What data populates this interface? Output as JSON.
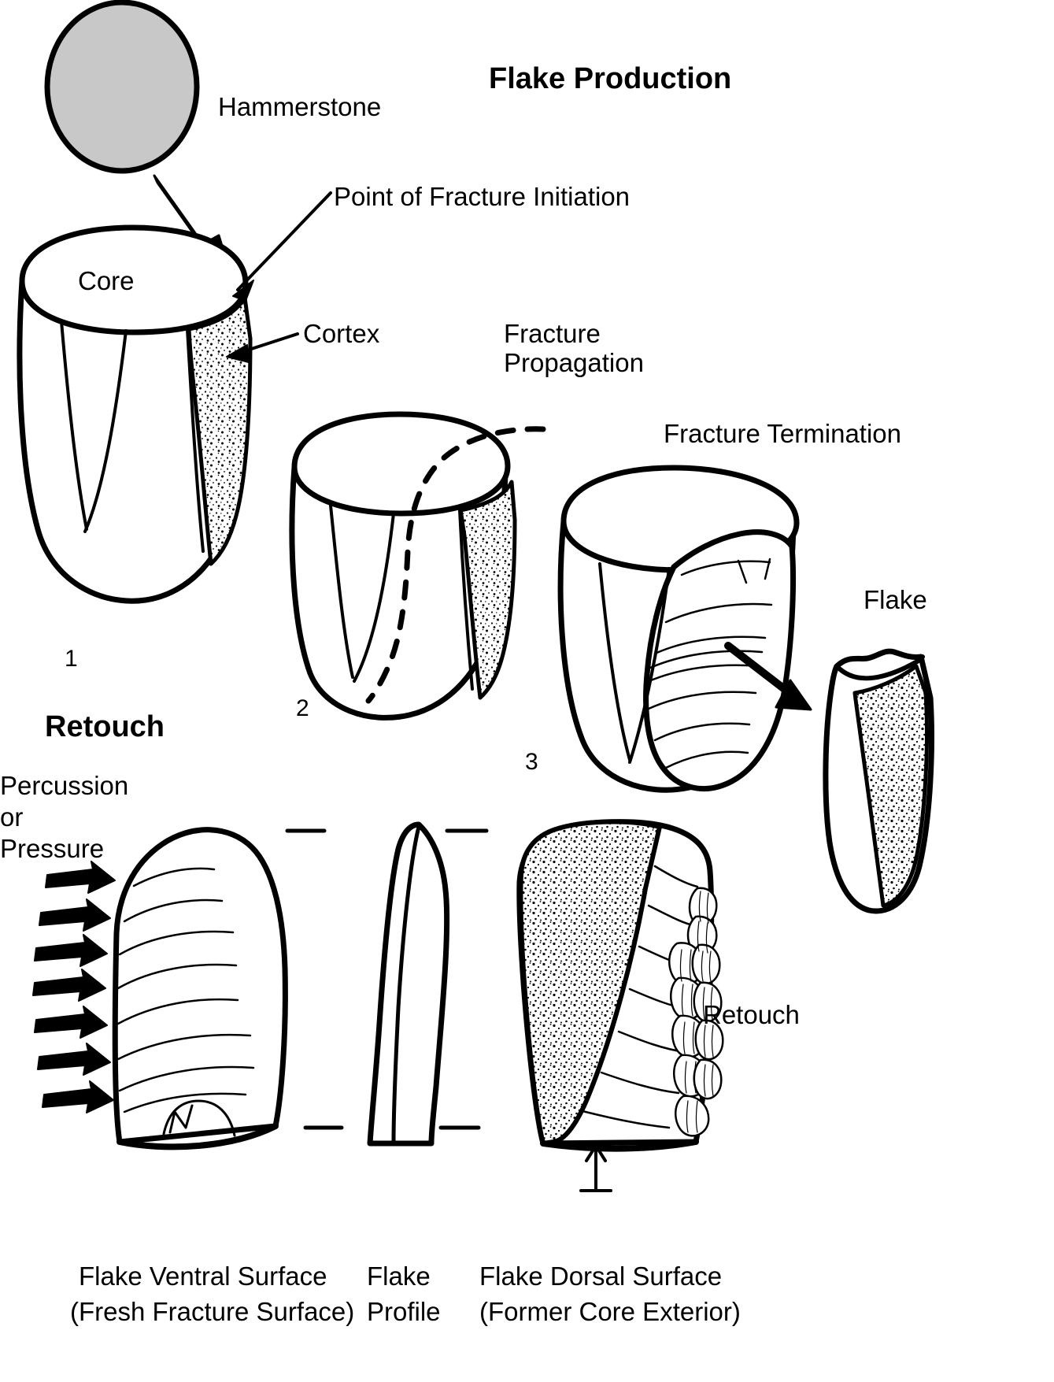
{
  "figure": {
    "title_flake_production": "Flake Production",
    "title_retouch": "Retouch"
  },
  "labels": {
    "hammerstone": "Hammerstone",
    "point_of_fracture_initiation": "Point of Fracture Initiation",
    "core": "Core",
    "cortex": "Cortex",
    "fracture_propagation_line1": "Fracture",
    "fracture_propagation_line2": "Propagation",
    "fracture_termination": "Fracture Termination",
    "flake": "Flake",
    "retouch_right": "Retouch",
    "percussion_or_pressure_line1": "Percussion",
    "percussion_or_pressure_line2": "or",
    "percussion_or_pressure_line3": "Pressure"
  },
  "step_numbers": {
    "step1": "1",
    "step2": "2",
    "step3": "3"
  },
  "captions": {
    "ventral_line1": "Flake Ventral Surface",
    "ventral_line2": "(Fresh Fracture Surface)",
    "profile_line1": "Flake",
    "profile_line2": "Profile",
    "dorsal_line1": "Flake Dorsal Surface",
    "dorsal_line2": "(Former Core Exterior)"
  },
  "colors": {
    "stroke": "#000000",
    "background": "#ffffff",
    "hammerstone_fill": "#c8c8c8",
    "cortex_stipple": "#000000"
  },
  "icons": {
    "hammerstone": "ellipse-gray-shape",
    "strike_arrow": "thick-black-arrow",
    "leader_line_initiation": "thin-leader-arrow",
    "leader_line_cortex": "thin-leader-arrow",
    "detachment_arrow": "black-arrow",
    "percussion_arrows": "seven-black-arrows",
    "platform_tick": "up-tick-marker"
  }
}
